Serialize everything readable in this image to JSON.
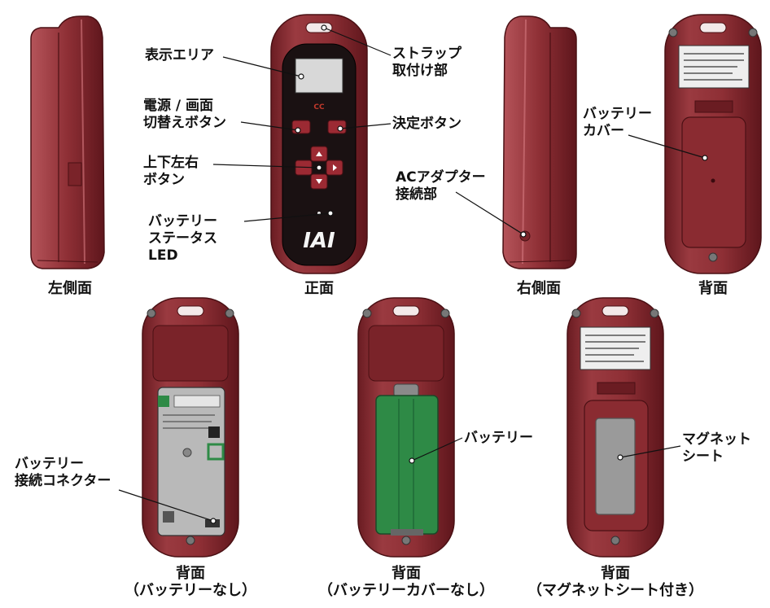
{
  "colors": {
    "body": "#8e2f35",
    "body_dark": "#6a1c22",
    "body_light": "#b5545a",
    "face": "#1a1112",
    "lcd": "#d8d8d8",
    "battery": "#2e8a46",
    "cover_inner": "#b9b9b9",
    "magnet": "#9a9a9a",
    "button": "#9c2a33",
    "accent_text": "#c0392b"
  },
  "captions": {
    "left_side": "左側面",
    "front": "正面",
    "right_side": "右側面",
    "back": "背面",
    "back_no_battery": [
      "背面",
      "（バッテリーなし）"
    ],
    "back_no_cover": [
      "背面",
      "（バッテリーカバーなし）"
    ],
    "back_magnet": [
      "背面",
      "（マグネットシート付き）"
    ]
  },
  "callouts": {
    "display_area": "表示エリア",
    "power_switch": [
      "電源 / 画面",
      "切替えボタン"
    ],
    "arrow_buttons": [
      "上下左右",
      "ボタン"
    ],
    "battery_status": [
      "バッテリー",
      "ステータス",
      "LED"
    ],
    "strap": [
      "ストラップ",
      "取付け部"
    ],
    "enter_button": "決定ボタン",
    "ac_adapter": [
      "ACアダプター",
      "接続部"
    ],
    "battery_cover": [
      "バッテリー",
      "カバー"
    ],
    "battery_connector": [
      "バッテリー",
      "接続コネクター"
    ],
    "battery": "バッテリー",
    "magnet_sheet": [
      "マグネット",
      "シート"
    ]
  },
  "device_text": {
    "logo": "IAI",
    "front_mark": "CC"
  },
  "icons": [
    "power-switch-icon",
    "enter-icon",
    "arrow-up-icon",
    "arrow-down-icon",
    "arrow-left-icon",
    "arrow-right-icon",
    "screw-icon",
    "ce-mark-icon"
  ]
}
